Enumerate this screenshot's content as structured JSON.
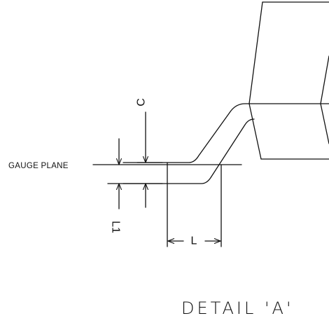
{
  "labels": {
    "gauge_plane": "GAUGE PLANE",
    "dim_c": "C",
    "dim_l1": "L1",
    "dim_l": "L",
    "title": "DETAIL 'A'"
  }
}
